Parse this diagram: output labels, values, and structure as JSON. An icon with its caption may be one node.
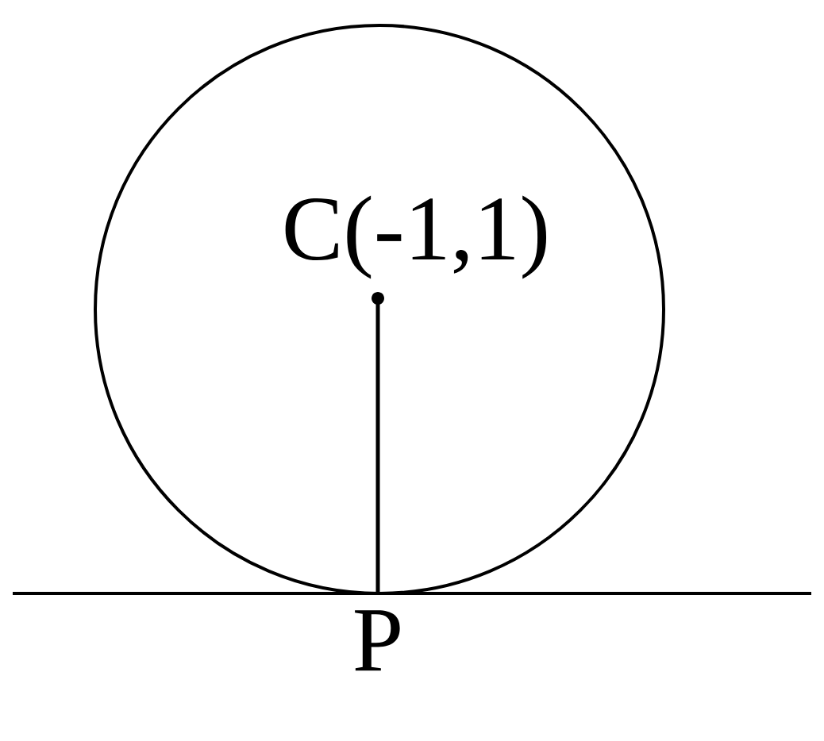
{
  "diagram": {
    "nodes": [
      {
        "text": [],
        "shape": "circle",
        "beside": [
          "C(-1,1)"
        ]
      },
      {
        "text": [
          "P"
        ]
      }
    ],
    "edges": [
      {
        "from": 0,
        "to": 1,
        "arrow": "none"
      }
    ]
  }
}
